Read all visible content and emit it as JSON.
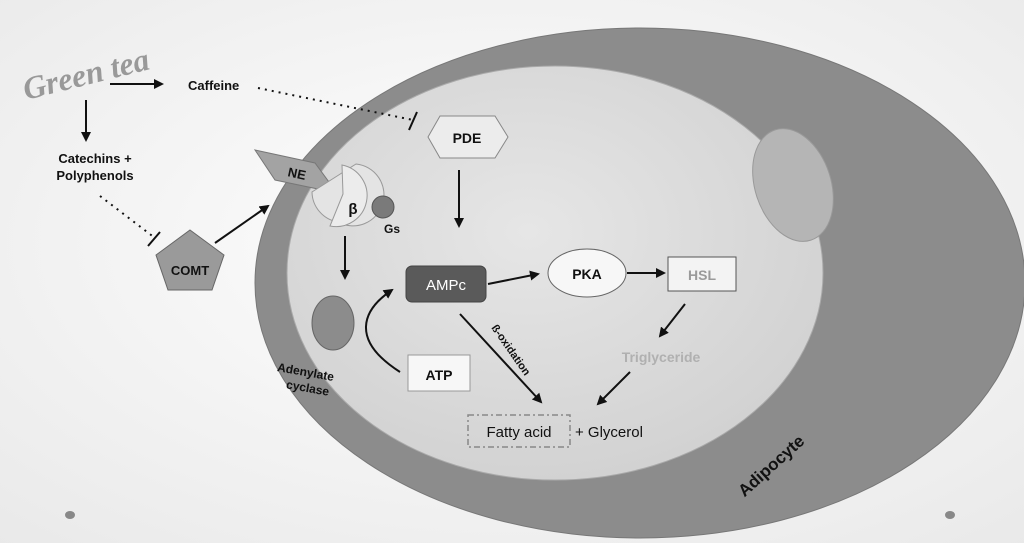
{
  "title": "Green tea",
  "compounds": {
    "caffeine": "Caffeine",
    "catechins_line1": "Catechins +",
    "catechins_line2": "Polyphenols"
  },
  "enzymes": {
    "comt": "COMT",
    "ne": "NE",
    "beta": "β",
    "gs": "Gs",
    "pde": "PDE",
    "ampc": "AMPc",
    "pka": "PKA",
    "hsl": "HSL",
    "atp": "ATP",
    "adenylate_line1": "Adenylate",
    "adenylate_line2": "cyclase"
  },
  "products": {
    "triglyceride": "Triglyceride",
    "beta_oxidation": "ß-oxidation",
    "fatty_acid": "Fatty acid",
    "glycerol": "+ Glycerol"
  },
  "cell_label": "Adipocyte",
  "colors": {
    "outer_membrane": "#8c8c8c",
    "cytoplasm": "#dcdcdc",
    "ampc_fill": "#5a5a5a",
    "comt_fill": "#9a9a9a",
    "triglyceride_text": "#b0b0b0",
    "hsl_text": "#9a9a9a"
  }
}
